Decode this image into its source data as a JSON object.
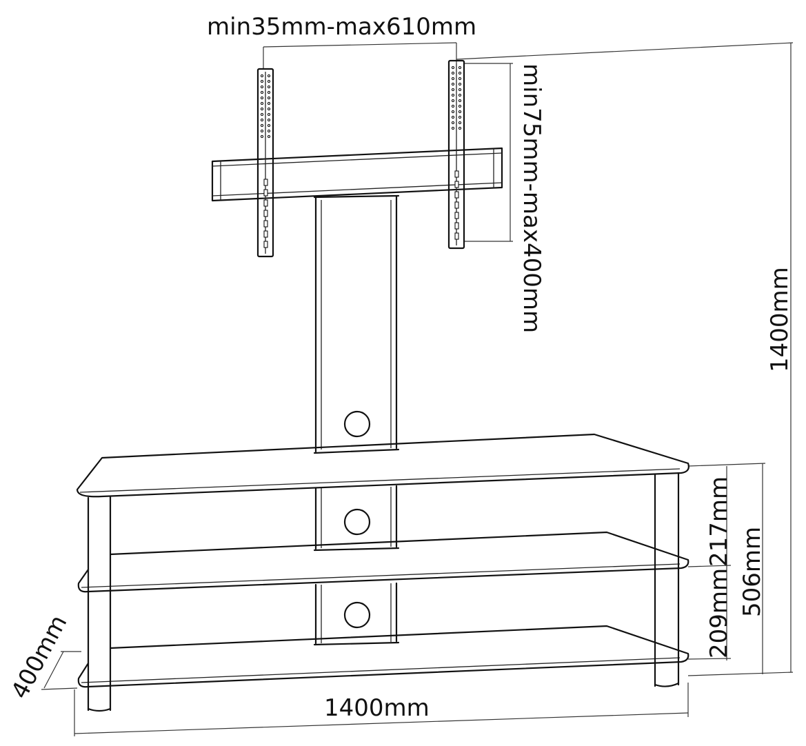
{
  "dimensions": {
    "mount_width": "min35mm-max610mm",
    "mount_height": "min75mm-max400mm",
    "total_height": "1400mm",
    "shelf_gap_top": "217mm",
    "shelf_gap_bottom": "209mm",
    "shelf_stack_height": "506mm",
    "depth": "400mm",
    "width": "1400mm"
  }
}
